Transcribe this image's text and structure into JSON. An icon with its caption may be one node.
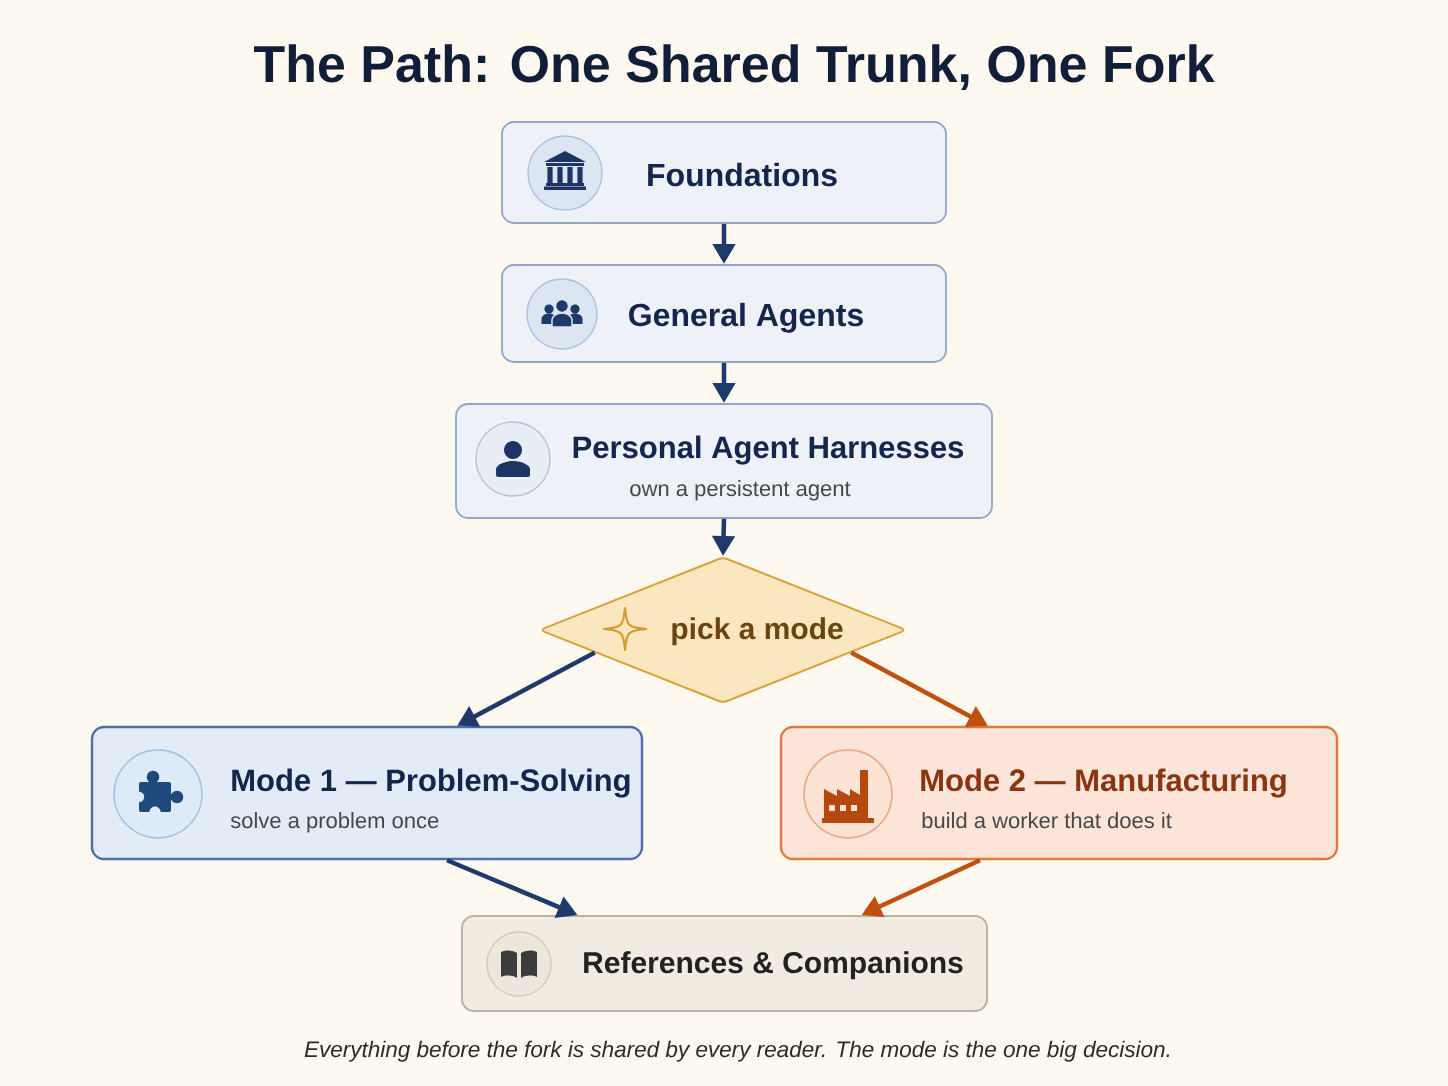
{
  "diagram": {
    "title": "The Path: One Shared Trunk, One Fork",
    "nodes": [
      {
        "text": [
          "Foundations"
        ]
      },
      {
        "text": [
          "General Agents"
        ]
      },
      {
        "text": [
          "Personal Agent Harnesses",
          "own a persistent agent"
        ]
      },
      {
        "text": [
          "pick a mode"
        ]
      },
      {
        "text": [
          "Mode 1 — Problem-Solving",
          "solve a problem once"
        ]
      },
      {
        "text": [
          "Mode 2 — Manufacturing",
          "build a worker that does it"
        ]
      },
      {
        "text": [
          "References & Companions"
        ]
      }
    ],
    "edges": [
      {
        "from": 0,
        "to": 1,
        "arrow": "to"
      },
      {
        "from": 1,
        "to": 2,
        "arrow": "to"
      },
      {
        "from": 2,
        "to": 3,
        "arrow": "to"
      },
      {
        "from": 3,
        "to": 4,
        "arrow": "to"
      },
      {
        "from": 3,
        "to": 5,
        "arrow": "to",
        "color": "#c0500f"
      },
      {
        "from": 4,
        "to": 6,
        "arrow": "to"
      },
      {
        "from": 5,
        "to": 6,
        "arrow": "to",
        "color": "#c0500f"
      }
    ],
    "caption": "Everything before the fork is shared by every reader. The mode is the one big decision."
  }
}
